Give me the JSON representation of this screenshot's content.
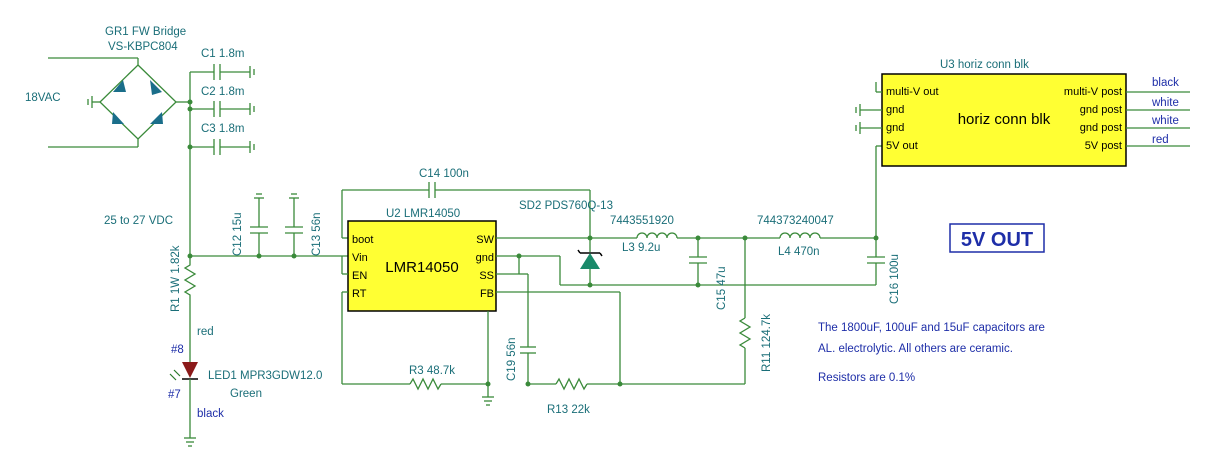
{
  "bridge": {
    "ref": "GR1 FW Bridge",
    "part": "VS-KBPC804"
  },
  "source_label": "18VAC",
  "caps_in": [
    {
      "ref": "C1",
      "val": "1.8m"
    },
    {
      "ref": "C2",
      "val": "1.8m"
    },
    {
      "ref": "C3",
      "val": "1.8m"
    }
  ],
  "dc_label": "25 to 27 VDC",
  "r1": {
    "ref": "R1",
    "val": "1W 1.82k"
  },
  "led": {
    "wire_top": "red",
    "pin_top": "#8",
    "ref": "LED1",
    "part": "MPR3GDW12.0",
    "color": "Green",
    "pin_bot": "#7",
    "wire_bot": "black"
  },
  "c12": {
    "ref": "C12",
    "val": "15u"
  },
  "c13": {
    "ref": "C13",
    "val": "56n"
  },
  "c14": {
    "ref": "C14",
    "val": "100n"
  },
  "u2": {
    "ref": "U2 LMR14050",
    "name": "LMR14050",
    "pins_left": [
      "boot",
      "Vin",
      "EN",
      "RT"
    ],
    "pins_right": [
      "SW",
      "gnd",
      "SS",
      "FB"
    ]
  },
  "sd2": {
    "ref": "SD2",
    "part": "PDS760Q-13"
  },
  "l3": {
    "part": "7443551920",
    "ref": "L3",
    "val": "9.2u"
  },
  "c15": {
    "ref": "C15",
    "val": "47u"
  },
  "l4": {
    "part": "744373240047",
    "ref": "L4",
    "val": "470n"
  },
  "c16": {
    "ref": "C16",
    "val": "100u"
  },
  "r11": {
    "ref": "R11",
    "val": "124.7k"
  },
  "r3": {
    "ref": "R3",
    "val": "48.7k"
  },
  "c19": {
    "ref": "C19",
    "val": "56n"
  },
  "r13": {
    "ref": "R13",
    "val": "22k"
  },
  "u3": {
    "ref": "U3 horiz conn blk",
    "name": "horiz conn blk",
    "pins_left": [
      "multi-V out",
      "gnd",
      "gnd",
      "5V out"
    ],
    "pins_right": [
      "multi-V post",
      "gnd post",
      "gnd post",
      "5V post"
    ],
    "wires": [
      "black",
      "white",
      "white",
      "red"
    ]
  },
  "out_label": "5V OUT",
  "notes": [
    "The 1800uF, 100uF and 15uF capacitors are",
    "AL. electrolytic.  All others are ceramic.",
    "Resistors are 0.1%"
  ],
  "colors": {
    "wire": "#3a8a3a",
    "label": "#1a6e78",
    "note": "#1e2ea8",
    "chip_fill": "#ffff33",
    "led_fill": "#8b1a1a"
  }
}
